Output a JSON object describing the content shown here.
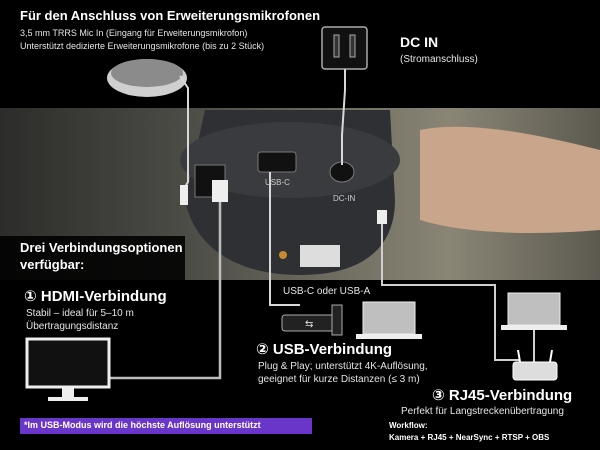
{
  "mic": {
    "heading": "Für den Anschluss von Erweiterungsmikrofonen",
    "line1": "3,5 mm TRRS Mic In (Eingang für Erweiterungsmikrofon)",
    "line2": "Unterstützt dedizierte Erweiterungsmikrofone (bis zu 2 Stück)"
  },
  "dc": {
    "title": "DC IN",
    "subtitle": "(Stromanschluss)"
  },
  "ports": {
    "usb_c": "USB-C",
    "dc_in": "DC-IN"
  },
  "options": {
    "line1": "Drei Verbindungsoptionen",
    "line2": "verfügbar:"
  },
  "hdmi": {
    "title": "① HDMI-Verbindung",
    "desc1": "Stabil – ideal für 5–10 m",
    "desc2": "Übertragungsdistanz"
  },
  "usb_label": "USB-C oder USB-A",
  "usb": {
    "title": "② USB-Verbindung",
    "desc1": "Plug & Play; unterstützt 4K-Auflösung,",
    "desc2": "geeignet für kurze Distanzen (≤ 3 m)"
  },
  "rj45": {
    "title": "③ RJ45-Verbindung",
    "desc": "Perfekt für Langstreckenübertragung",
    "workflow_label": "Workflow:",
    "workflow": "Kamera + RJ45 + NearSync + RTSP + OBS"
  },
  "footnote": "*Im USB-Modus wird die höchste Auflösung unterstützt",
  "colors": {
    "accent": "#6a35c9",
    "background": "#000000",
    "device": "#2f3033"
  }
}
